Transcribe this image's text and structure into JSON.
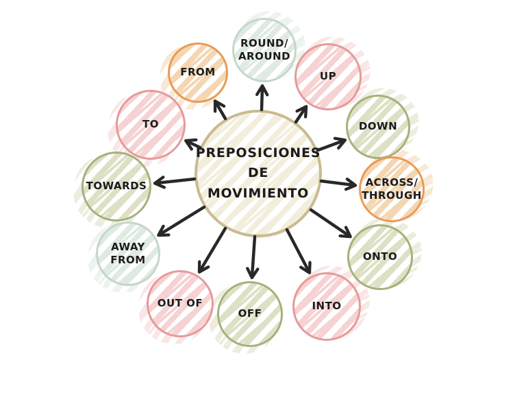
{
  "diagram": {
    "type": "mind-map",
    "language": "Spanish/English"
  },
  "center": {
    "id": "center",
    "lines": [
      "PREPOSICIONES",
      "DE MOVIMIENTO"
    ],
    "palette": "tan"
  },
  "nodes": [
    {
      "id": "round-around",
      "lines": [
        "ROUND/",
        "AROUND"
      ],
      "palette": "mint"
    },
    {
      "id": "from",
      "lines": [
        "FROM"
      ],
      "palette": "orange"
    },
    {
      "id": "up",
      "lines": [
        "UP"
      ],
      "palette": "pink"
    },
    {
      "id": "to",
      "lines": [
        "TO"
      ],
      "palette": "pink"
    },
    {
      "id": "down",
      "lines": [
        "DOWN"
      ],
      "palette": "sage"
    },
    {
      "id": "towards",
      "lines": [
        "TOWARDS"
      ],
      "palette": "sage"
    },
    {
      "id": "across-through",
      "lines": [
        "ACROSS/",
        "THROUGH"
      ],
      "palette": "orange"
    },
    {
      "id": "away-from",
      "lines": [
        "AWAY",
        "FROM"
      ],
      "palette": "mint"
    },
    {
      "id": "onto",
      "lines": [
        "ONTO"
      ],
      "palette": "sage"
    },
    {
      "id": "out-of",
      "lines": [
        "OUT OF"
      ],
      "palette": "pink"
    },
    {
      "id": "into",
      "lines": [
        "INTO"
      ],
      "palette": "pink"
    },
    {
      "id": "off",
      "lines": [
        "OFF"
      ],
      "palette": "sage"
    }
  ],
  "edges": [
    {
      "from": "center",
      "to": "round-around"
    },
    {
      "from": "center",
      "to": "from"
    },
    {
      "from": "center",
      "to": "up"
    },
    {
      "from": "center",
      "to": "to"
    },
    {
      "from": "center",
      "to": "down"
    },
    {
      "from": "center",
      "to": "towards"
    },
    {
      "from": "center",
      "to": "across-through"
    },
    {
      "from": "center",
      "to": "away-from"
    },
    {
      "from": "center",
      "to": "onto"
    },
    {
      "from": "center",
      "to": "out-of"
    },
    {
      "from": "center",
      "to": "into"
    },
    {
      "from": "center",
      "to": "off"
    }
  ],
  "palettes": {
    "pink": {
      "border": "#e59a9a",
      "fill": "#f6d2d2"
    },
    "sage": {
      "border": "#a6b07a",
      "fill": "#dde0c4"
    },
    "mint": {
      "border": "#c3d7ca",
      "fill": "#dfeae1"
    },
    "orange": {
      "border": "#e99a55",
      "fill": "#f4d6b2"
    },
    "tan": {
      "border": "#c9bb90",
      "fill": "#f3eedc"
    }
  },
  "arrow": {
    "color": "#282828"
  }
}
